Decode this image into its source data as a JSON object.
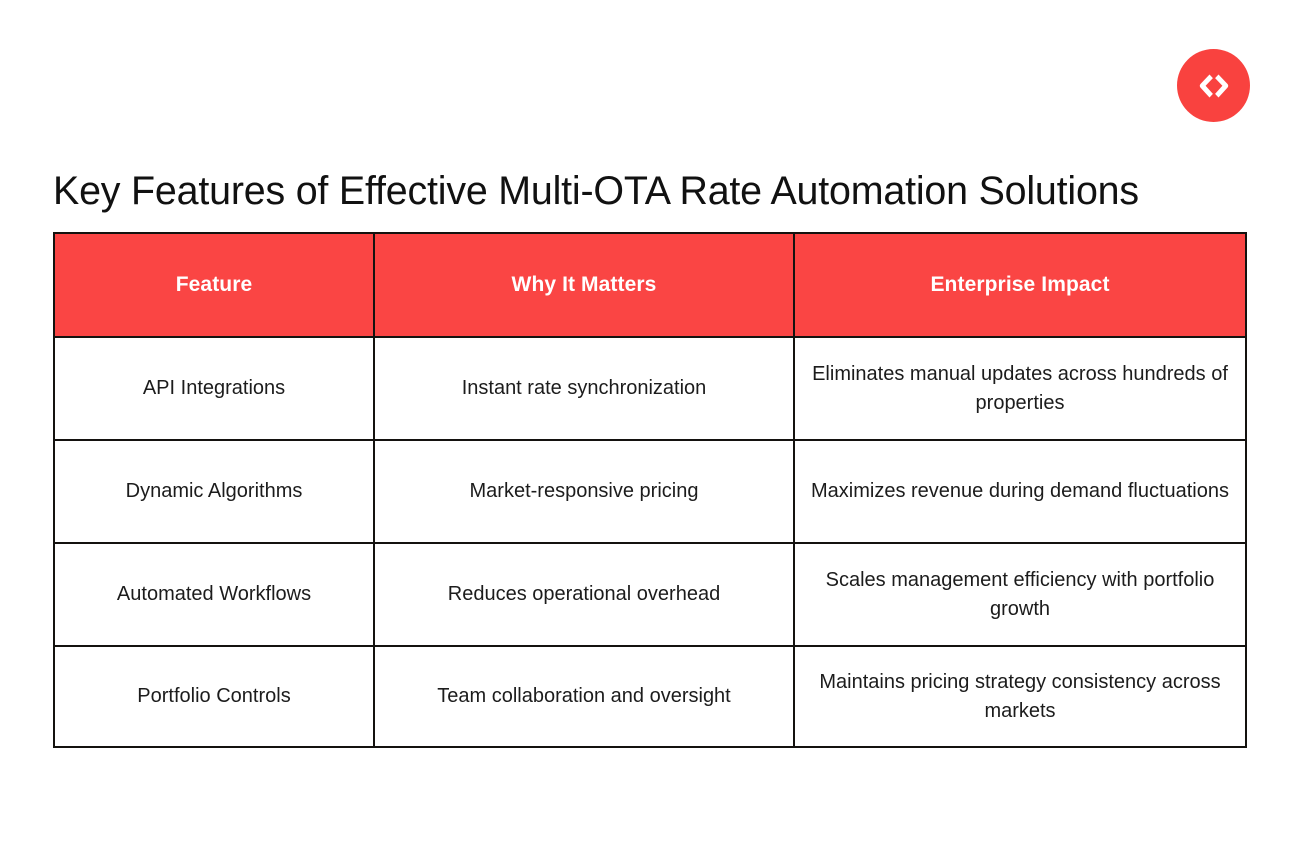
{
  "brand": {
    "logo_icon": "code-brackets-icon",
    "logo_color": "#F9423F",
    "logo_glyph": "<>"
  },
  "page": {
    "title": "Key Features of Effective Multi-OTA Rate Automation Solutions",
    "background_color": "#FFFFFF"
  },
  "table": {
    "header_background": "#FA4544",
    "header_text_color": "#FFFFFF",
    "border_color": "#14120F",
    "columns": [
      {
        "label": "Feature"
      },
      {
        "label": "Why It Matters"
      },
      {
        "label": "Enterprise Impact"
      }
    ],
    "rows": [
      {
        "feature": "API Integrations",
        "why_it_matters": "Instant rate synchronization",
        "enterprise_impact": "Eliminates manual updates across hundreds of properties"
      },
      {
        "feature": "Dynamic Algorithms",
        "why_it_matters": "Market-responsive pricing",
        "enterprise_impact": "Maximizes revenue during demand fluctuations"
      },
      {
        "feature": "Automated Workflows",
        "why_it_matters": "Reduces operational overhead",
        "enterprise_impact": "Scales management efficiency with portfolio growth"
      },
      {
        "feature": "Portfolio Controls",
        "why_it_matters": "Team collaboration and oversight",
        "enterprise_impact": "Maintains pricing strategy consistency across markets"
      }
    ]
  }
}
